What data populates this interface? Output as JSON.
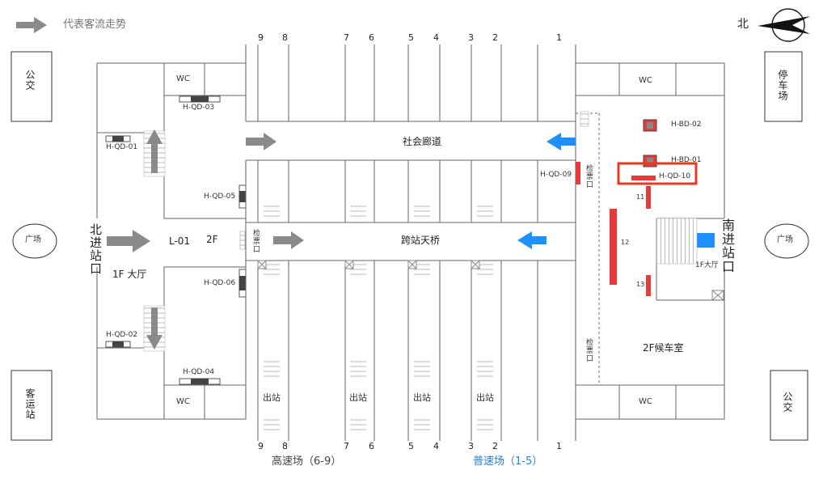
{
  "legend": {
    "icon": "arrow-icon",
    "text": "代表客流走势"
  },
  "north": "北",
  "corners": {
    "bus_tl": "公交",
    "bus_br": "公交",
    "taxi": "停车场",
    "coach": "客运站"
  },
  "squares": {
    "left": "广场",
    "right": "广场"
  },
  "entrances": {
    "north": "北进站口",
    "south": "南进站口"
  },
  "halls": {
    "north_1f": "1F 大厅",
    "south_1f": "1F大厅",
    "l01": "L-01",
    "floor_2f": "2F",
    "south_2f_wait": "2F候车室"
  },
  "corridors": {
    "social": "社会廊道",
    "bridge": "跨站天桥"
  },
  "wc": "WC",
  "checkpoints": {
    "ticket": "检票口"
  },
  "tracks": {
    "top": [
      "9",
      "8",
      "7",
      "6",
      "5",
      "4",
      "3",
      "2",
      "1"
    ],
    "bottom": [
      "9",
      "8",
      "7",
      "6",
      "5",
      "4",
      "3",
      "2",
      "1"
    ]
  },
  "exits": [
    "出站",
    "出站",
    "出站",
    "出站"
  ],
  "zones": {
    "high": "高速场（6-9）",
    "normal": "普速场（1-5）"
  },
  "devices": {
    "qd01": "H-QD-01",
    "qd02": "H-QD-02",
    "qd03": "H-QD-03",
    "qd04": "H-QD-04",
    "qd05": "H-QD-05",
    "qd06": "H-QD-06",
    "qd09": "H-QD-09",
    "qd10": "H-QD-10",
    "bd01": "H-BD-01",
    "bd02": "H-BD-02",
    "n11": "11",
    "n12": "12",
    "n13": "13"
  },
  "colors": {
    "grey_arrow": "#8a8a8a",
    "blue_arrow": "#1e90ff",
    "red_device": "#e8393b",
    "highlight": "#e8391e",
    "line": "#666666"
  }
}
